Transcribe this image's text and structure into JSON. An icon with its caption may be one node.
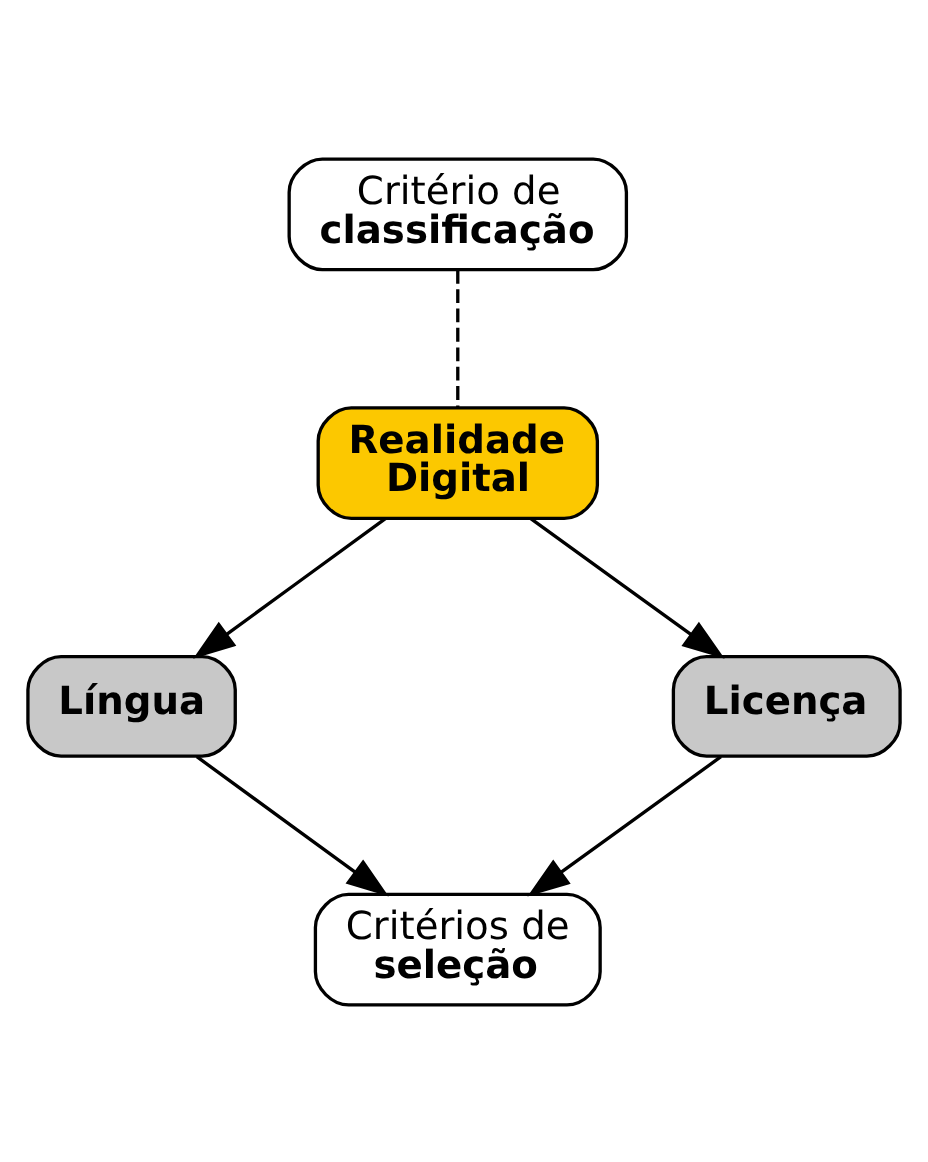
{
  "diagram": {
    "nodes": [
      {
        "text": [
          "Critério de **classificação**"
        ]
      },
      {
        "text": [
          "Realidade Digital"
        ]
      },
      {
        "text": [
          "Língua"
        ]
      },
      {
        "text": [
          "Licença"
        ]
      },
      {
        "text": [
          "Critérios de **seleção**"
        ]
      }
    ],
    "edges": [
      {
        "from": 0,
        "to": 1,
        "arrow": "none",
        "style": "dashed"
      },
      {
        "from": 1,
        "to": 2,
        "arrow": "to"
      },
      {
        "from": 1,
        "to": 3,
        "arrow": "to"
      },
      {
        "from": 2,
        "to": 4,
        "arrow": "to"
      },
      {
        "from": 3,
        "to": 4,
        "arrow": "to"
      }
    ]
  }
}
